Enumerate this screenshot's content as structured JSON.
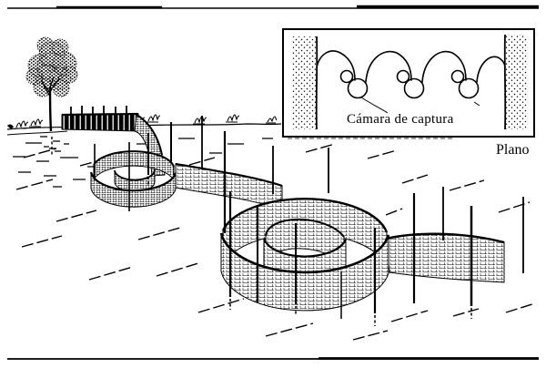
{
  "figure": {
    "inset": {
      "label": "Cámara de captura",
      "caption": "Plano"
    },
    "elements": {
      "tree": "deciduous-tree",
      "fence": "wire-mesh-drift-fence",
      "posts": "wooden-stakes",
      "inset_box": "plan-view-inset",
      "chambers": "spiral-capture-chambers"
    },
    "palette": {
      "ink": "#000000",
      "paper": "#ffffff"
    }
  }
}
